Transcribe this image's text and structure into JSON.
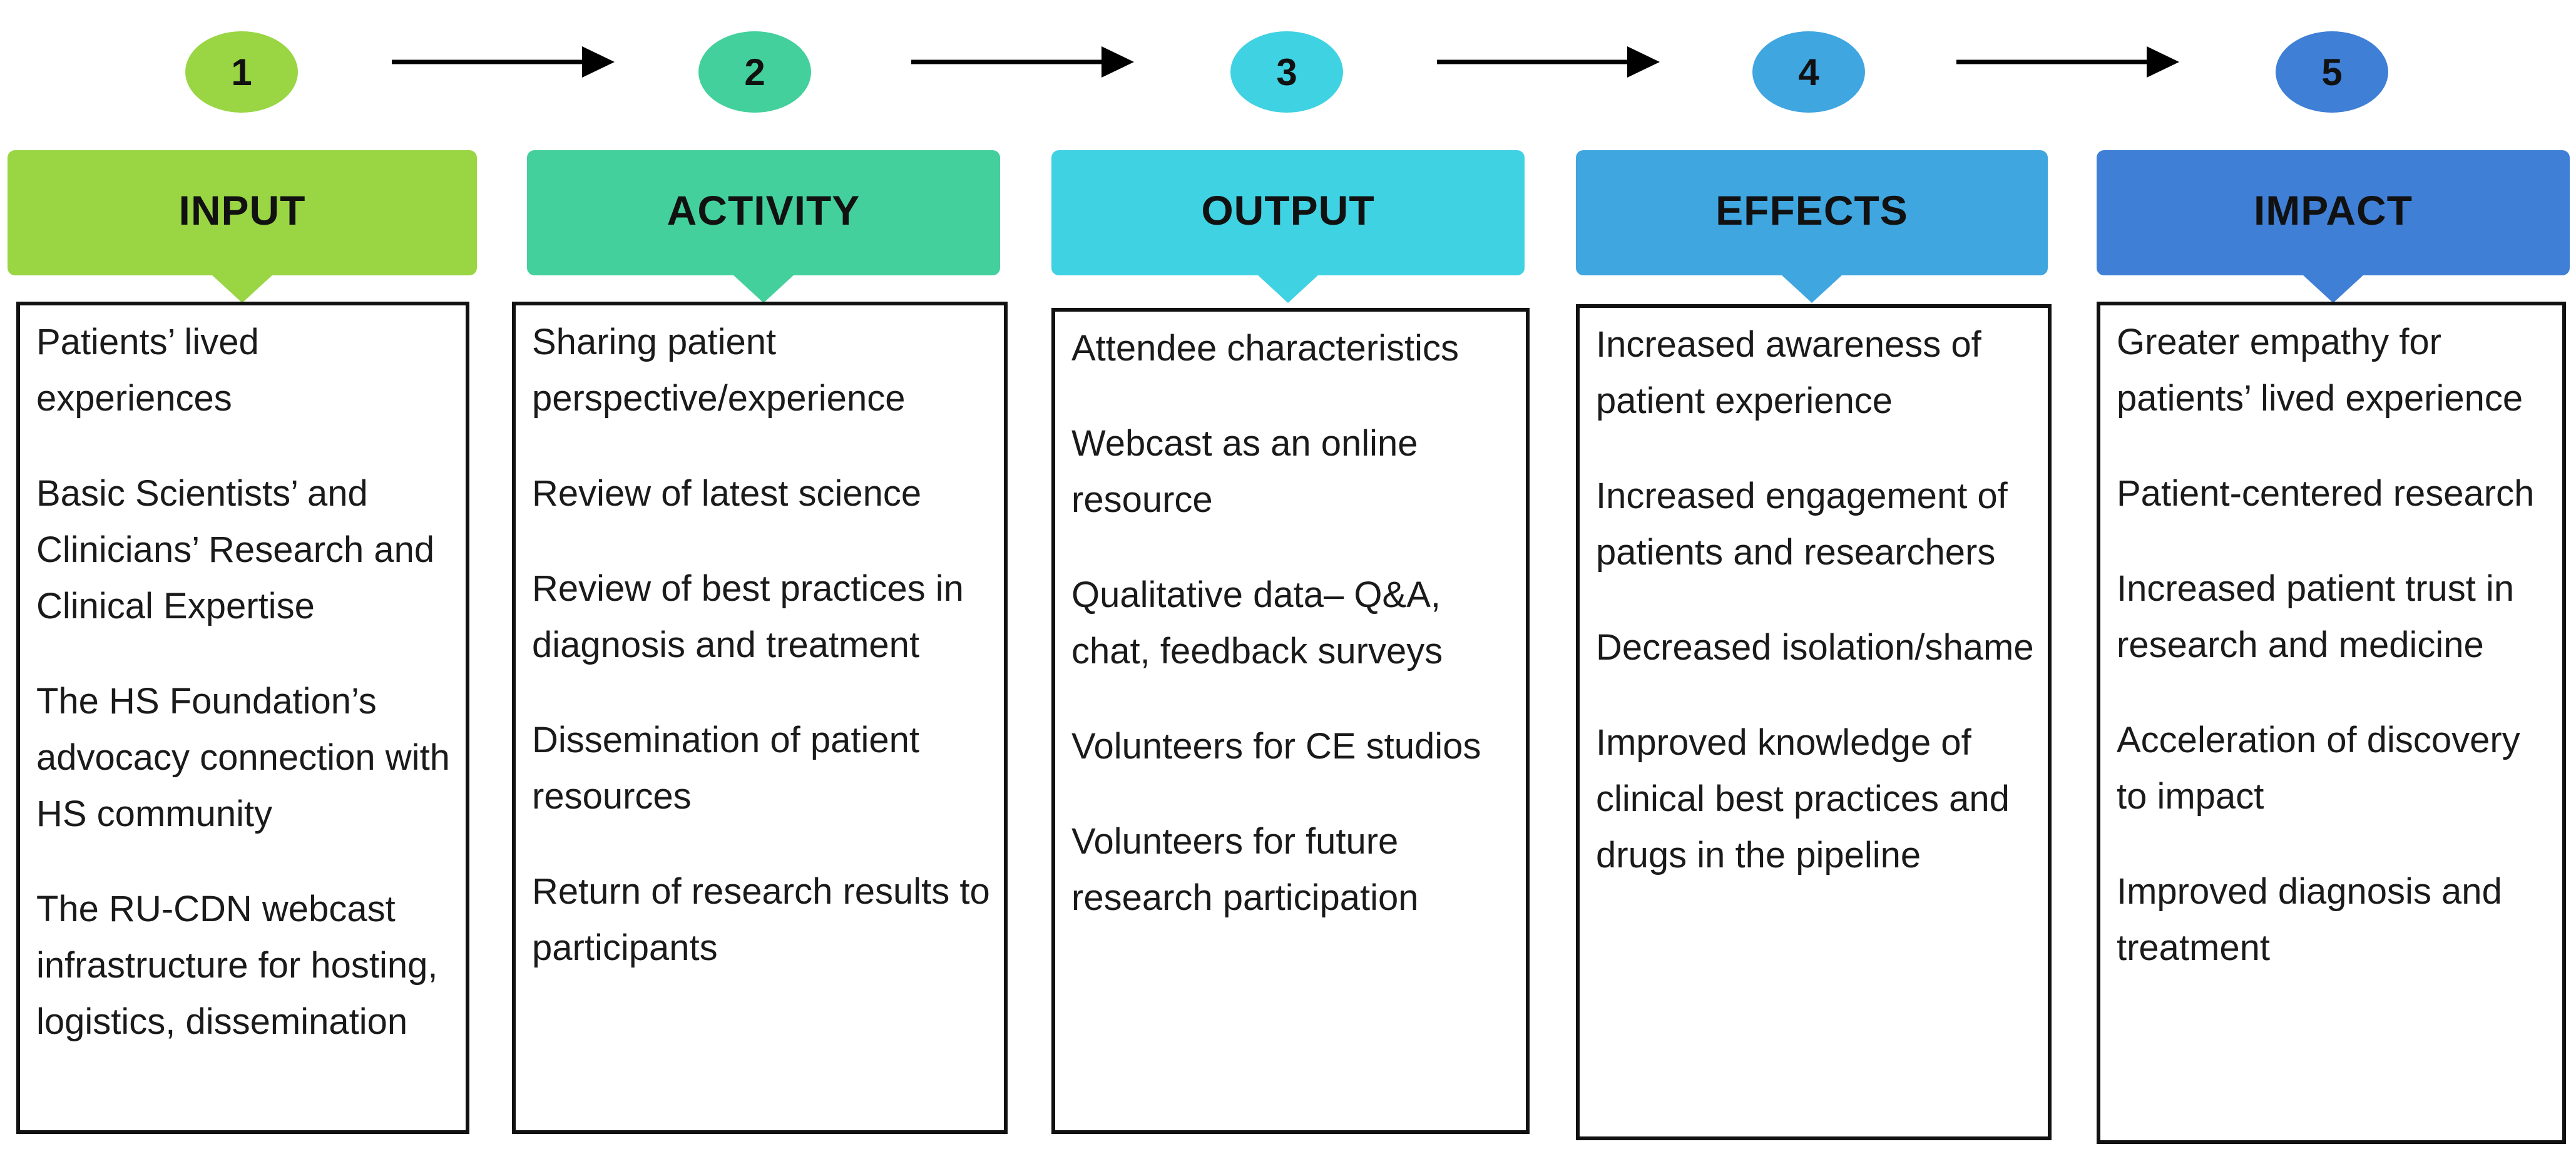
{
  "colors": {
    "stage1": "#9ad544",
    "stage2": "#43d09c",
    "stage3": "#3fd2e2",
    "stage4": "#3fa6e0",
    "stage5": "#3f7fd6",
    "border": "#111111",
    "arrow": "#000000"
  },
  "stages": [
    {
      "number": "1",
      "title": "INPUT",
      "items": [
        "Patients’ lived experiences",
        "Basic Scientists’ and Clinicians’ Research and Clinical Expertise",
        "The HS Foundation’s advocacy connection with HS community",
        "The RU-CDN webcast infrastructure for hosting, logistics, dissemination"
      ]
    },
    {
      "number": "2",
      "title": "ACTIVITY",
      "items": [
        "Sharing patient perspective/experience",
        "Review of latest science",
        "Review of best practices in diagnosis and treatment",
        "Dissemination of patient resources",
        "Return of research results to participants"
      ]
    },
    {
      "number": "3",
      "title": "OUTPUT",
      "items": [
        "Attendee characteristics",
        "Webcast as an online resource",
        "Qualitative data– Q&A, chat, feedback surveys",
        "Volunteers for CE studios",
        "Volunteers for future research participation"
      ]
    },
    {
      "number": "4",
      "title": "EFFECTS",
      "items": [
        "Increased awareness of patient experience",
        "Increased engagement of patients and researchers",
        "Decreased isolation/shame",
        "Improved knowledge of clinical best practices and drugs in the pipeline"
      ]
    },
    {
      "number": "5",
      "title": "IMPACT",
      "items": [
        "Greater empathy for patients’ lived experience",
        "Patient-centered research",
        "Increased patient trust in research and medicine",
        "Acceleration of discovery to impact",
        "Improved diagnosis and treatment"
      ]
    }
  ]
}
